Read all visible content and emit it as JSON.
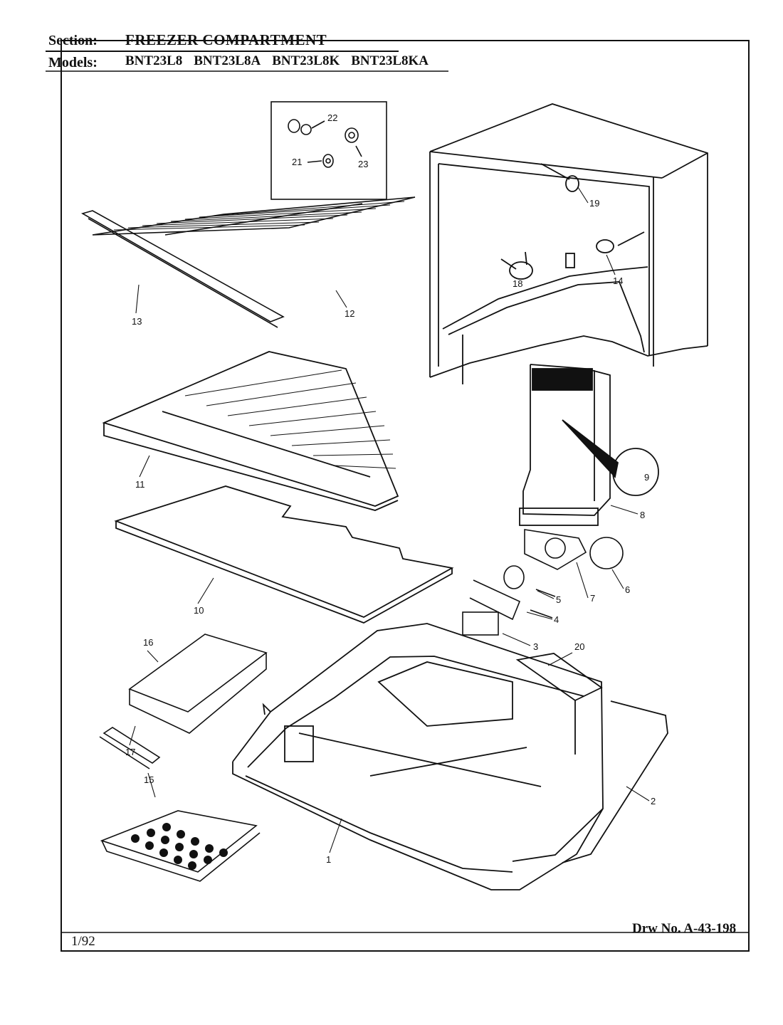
{
  "header": {
    "section_label": "Section:",
    "section_value": "FREEZER COMPARTMENT",
    "models_label": "Models:",
    "models": [
      "BNT23L8",
      "BNT23L8A",
      "BNT23L8K",
      "BNT23L8KA"
    ]
  },
  "footer": {
    "drawing_number": "Drw No. A-43-198",
    "date": "1/92"
  },
  "callouts": [
    "1",
    "2",
    "3",
    "4",
    "5",
    "6",
    "7",
    "8",
    "9",
    "10",
    "11",
    "12",
    "13",
    "14",
    "15",
    "16",
    "17",
    "18",
    "19",
    "20",
    "21",
    "22",
    "23"
  ]
}
